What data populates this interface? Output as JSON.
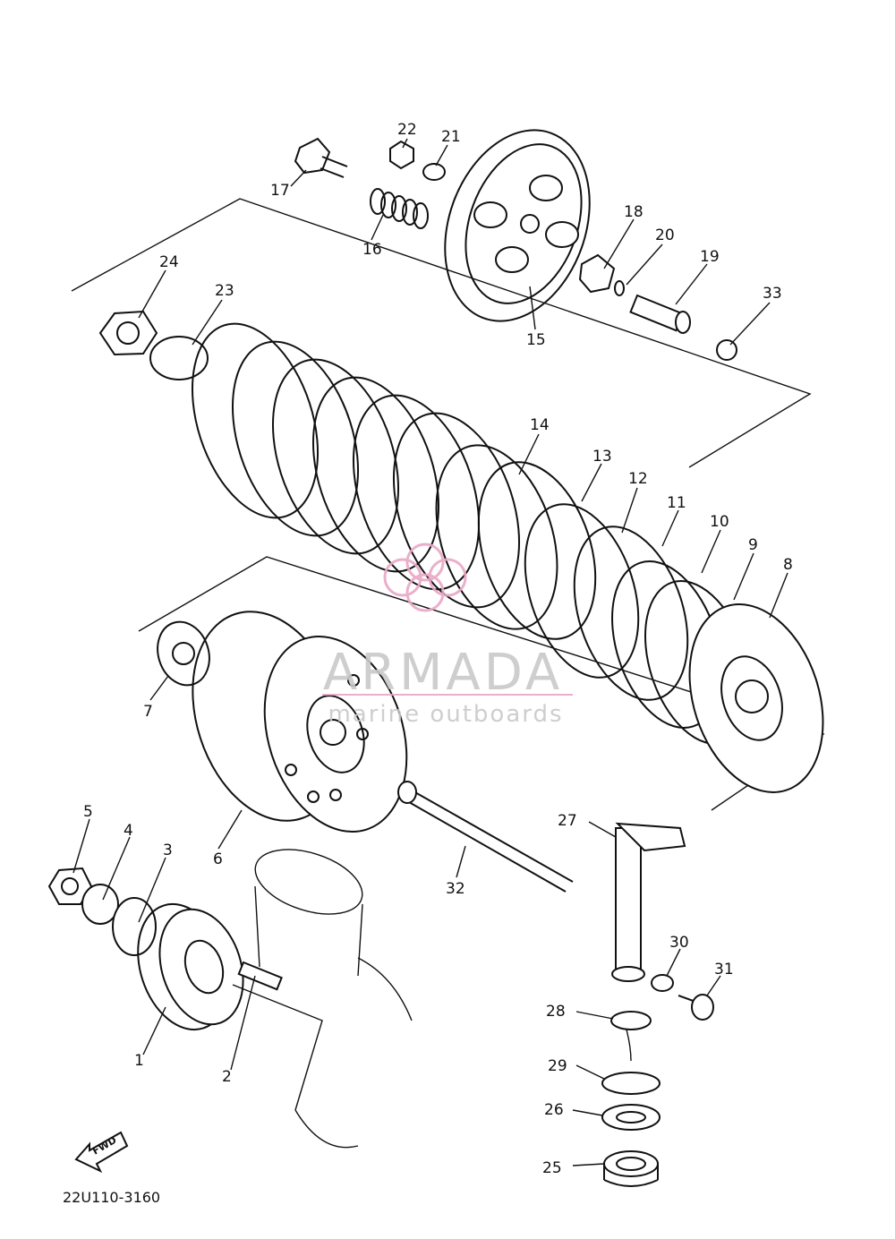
{
  "callouts": [
    {
      "n": "1"
    },
    {
      "n": "2"
    },
    {
      "n": "3"
    },
    {
      "n": "4"
    },
    {
      "n": "5"
    },
    {
      "n": "6"
    },
    {
      "n": "7"
    },
    {
      "n": "8"
    },
    {
      "n": "9"
    },
    {
      "n": "10"
    },
    {
      "n": "11"
    },
    {
      "n": "12"
    },
    {
      "n": "13"
    },
    {
      "n": "14"
    },
    {
      "n": "15"
    },
    {
      "n": "16"
    },
    {
      "n": "17"
    },
    {
      "n": "18"
    },
    {
      "n": "19"
    },
    {
      "n": "20"
    },
    {
      "n": "21"
    },
    {
      "n": "22"
    },
    {
      "n": "23"
    },
    {
      "n": "24"
    },
    {
      "n": "25"
    },
    {
      "n": "26"
    },
    {
      "n": "27"
    },
    {
      "n": "28"
    },
    {
      "n": "29"
    },
    {
      "n": "30"
    },
    {
      "n": "31"
    },
    {
      "n": "32"
    },
    {
      "n": "33"
    }
  ],
  "watermark": {
    "brand": "ARMADA",
    "tagline": "marine outboards",
    "brand_color": "#c9c9c9",
    "accent_color": "#e9a7c6"
  },
  "fwd_label": "FWD",
  "diagram_code": "22U110-3160"
}
